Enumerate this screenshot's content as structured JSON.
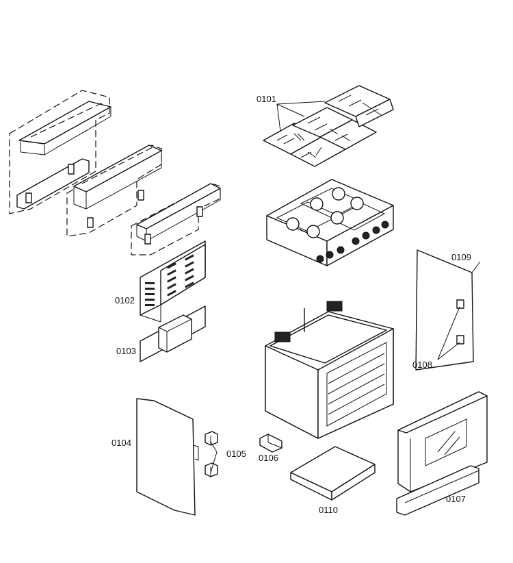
{
  "callouts": {
    "c0101": "0101",
    "c0102": "0102",
    "c0103": "0103",
    "c0104": "0104",
    "c0105": "0105",
    "c0106": "0106",
    "c0107": "0107",
    "c0108": "0108",
    "c0109": "0109",
    "c0110": "0110"
  }
}
